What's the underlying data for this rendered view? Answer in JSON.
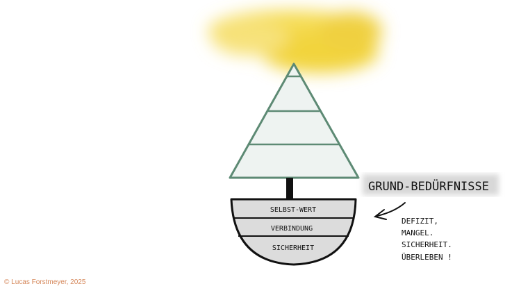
{
  "diagram": {
    "bowl_layers": [
      "SELBST-WERT",
      "VERBINDUNG",
      "SICHERHEIT"
    ],
    "heading": "GRUND-BEDÜRFNISSE",
    "notes": [
      "DEFIZIT,",
      "MANGEL.",
      "SICHERHEIT.",
      "ÜBERLEBEN !"
    ]
  },
  "copyright": "© Lucas Forstmeyer, 2025",
  "colors": {
    "cloud": "#f3d84a",
    "pyramid_stroke": "#5d8a74",
    "pyramid_fill": "#eef3f1",
    "bowl_fill": "#dcdcdc",
    "copyright": "#d5875a"
  }
}
